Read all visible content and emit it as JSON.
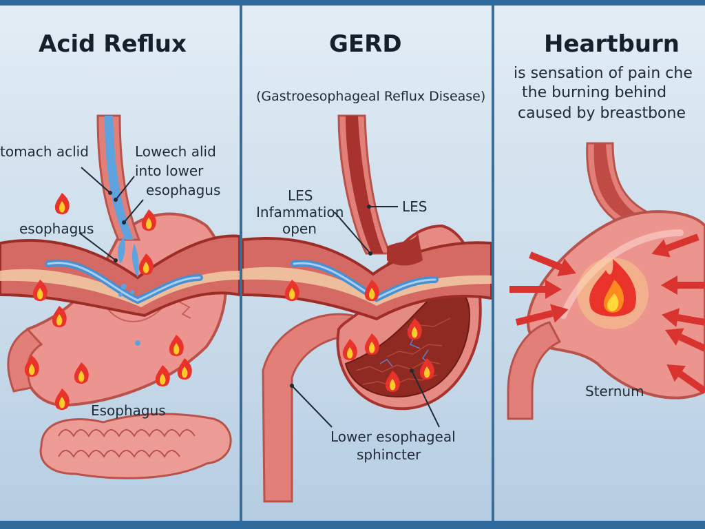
{
  "acid_reflux": {
    "title": "Acid Reflux",
    "labels": {
      "stomach_acid": "tomach aclid",
      "into_lower_1": "Lowech alid",
      "into_lower_2": "into lower",
      "into_lower_3": "esophagus",
      "esophagus_upper": "esophagus",
      "esophagus_lower": "Esophagus"
    }
  },
  "gerd": {
    "title": "GERD",
    "subtitle": "(Gastroesophageal Reflux Disease)",
    "labels": {
      "les_left_1": "LES",
      "les_left_2": "Infammation",
      "les_left_3": "open",
      "les_right": "LES",
      "sphincter_1": "Lower esophageal",
      "sphincter_2": "sphincter"
    }
  },
  "heartburn": {
    "title": "Heartburn",
    "desc_1": "is sensation of pain che",
    "desc_2": "the burning behind",
    "desc_3": "caused by breastbone",
    "sternum": "Sternum"
  },
  "colors": {
    "frame": "#2f6a9c",
    "tissue": "#e68a84",
    "tissue_dark": "#a8322e",
    "acid": "#4a90d0",
    "flame": "#e8322a",
    "arrow": "#d8332e"
  }
}
